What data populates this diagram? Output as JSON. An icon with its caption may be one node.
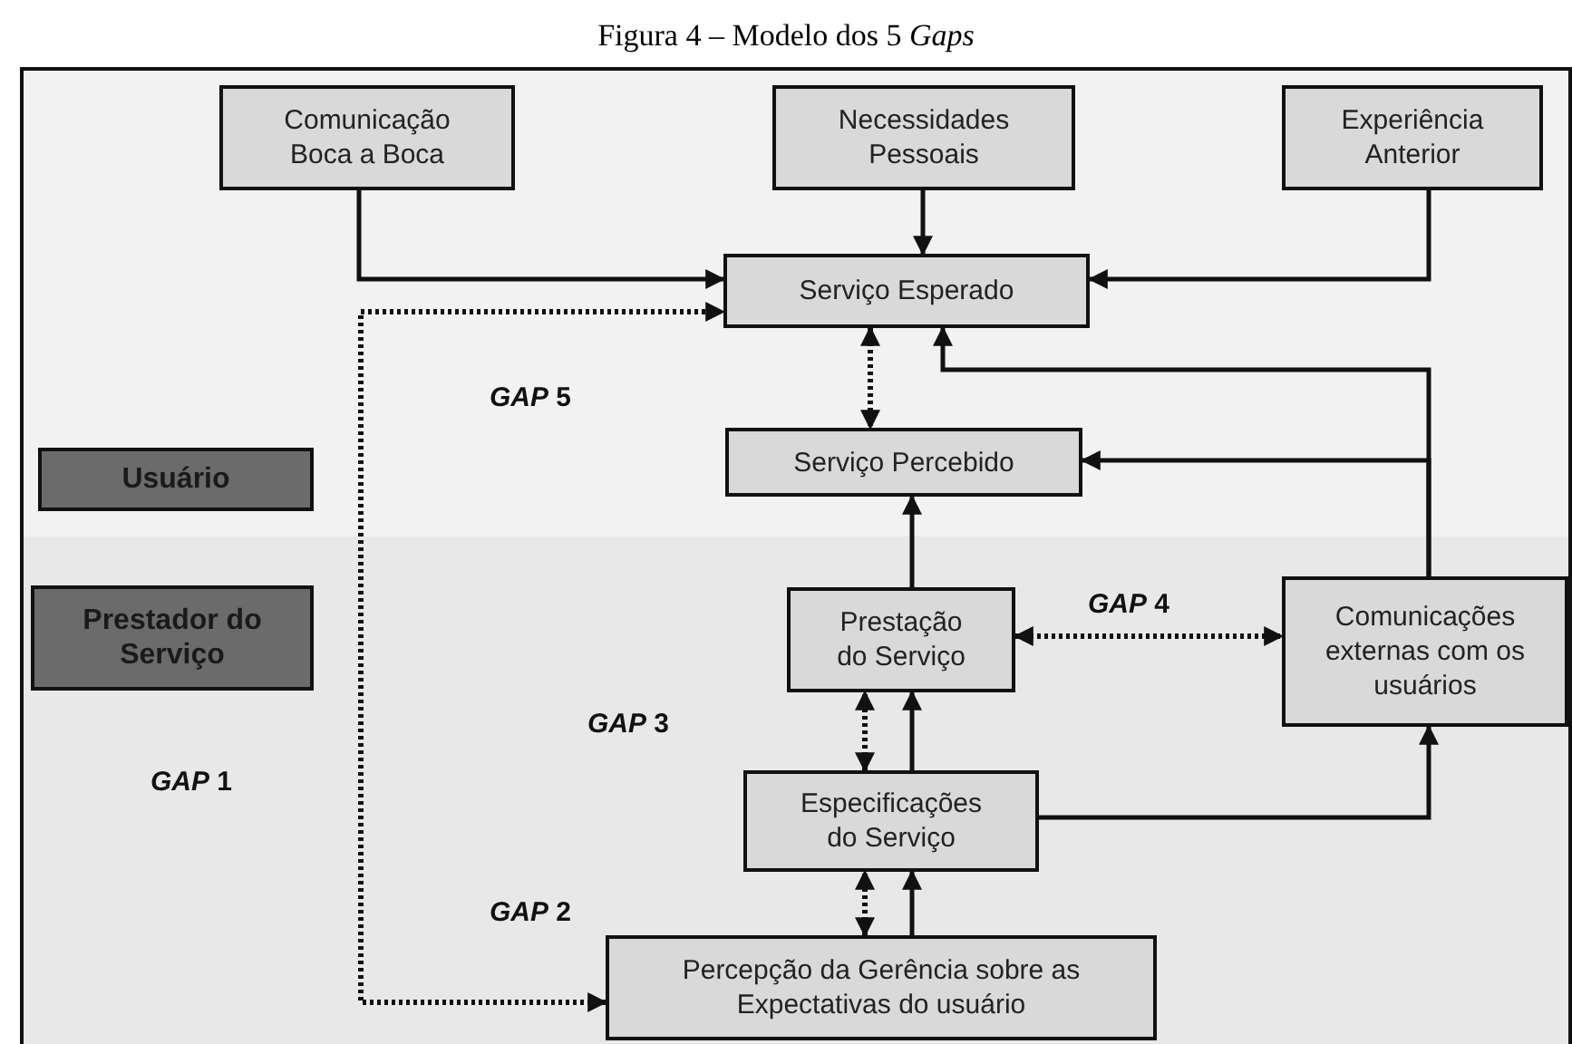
{
  "diagram": {
    "title": "Figura 4 – Modelo dos 5 *Gaps*",
    "nodes": [
      {
        "text": [
          "Comunicação Boca a Boca"
        ]
      },
      {
        "text": [
          "Necessidades Pessoais"
        ]
      },
      {
        "text": [
          "Experiência Anterior"
        ]
      },
      {
        "text": [
          "Serviço Esperado"
        ]
      },
      {
        "text": [
          "Serviço Percebido"
        ]
      },
      {
        "text": [
          "Usuário"
        ]
      },
      {
        "text": [
          "Prestador do Serviço"
        ]
      },
      {
        "text": [
          "Prestação do Serviço"
        ]
      },
      {
        "text": [
          "Comunicações externas com os usuários"
        ]
      },
      {
        "text": [
          "Especificações do Serviço"
        ]
      },
      {
        "text": [
          "Percepção da Gerência sobre as Expectativas do usuário"
        ]
      }
    ],
    "edges": [
      {
        "from": 0,
        "to": 3,
        "arrow": "to"
      },
      {
        "from": 1,
        "to": 3,
        "arrow": "to"
      },
      {
        "from": 2,
        "to": 3,
        "arrow": "to"
      },
      {
        "from": 10,
        "to": 3,
        "arrow": "both",
        "style": "dashed"
      },
      {
        "from": 3,
        "to": 4,
        "arrow": "both",
        "style": "dashed"
      },
      {
        "from": 8,
        "to": 3,
        "arrow": "to"
      },
      {
        "from": 8,
        "to": 4,
        "arrow": "to"
      },
      {
        "from": 7,
        "to": 4,
        "arrow": "to"
      },
      {
        "from": 7,
        "to": 8,
        "arrow": "both",
        "style": "dashed"
      },
      {
        "from": 9,
        "to": 7,
        "arrow": "both",
        "style": "dashed"
      },
      {
        "from": 9,
        "to": 7,
        "arrow": "to"
      },
      {
        "from": 9,
        "to": 8,
        "arrow": "to"
      },
      {
        "from": 10,
        "to": 9,
        "arrow": "both",
        "style": "dashed"
      },
      {
        "from": 10,
        "to": 9,
        "arrow": "to"
      }
    ],
    "labels": [
      "*GAP* 5",
      "*GAP* 4",
      "*GAP* 3",
      "*GAP* 1",
      "*GAP* 2"
    ]
  }
}
